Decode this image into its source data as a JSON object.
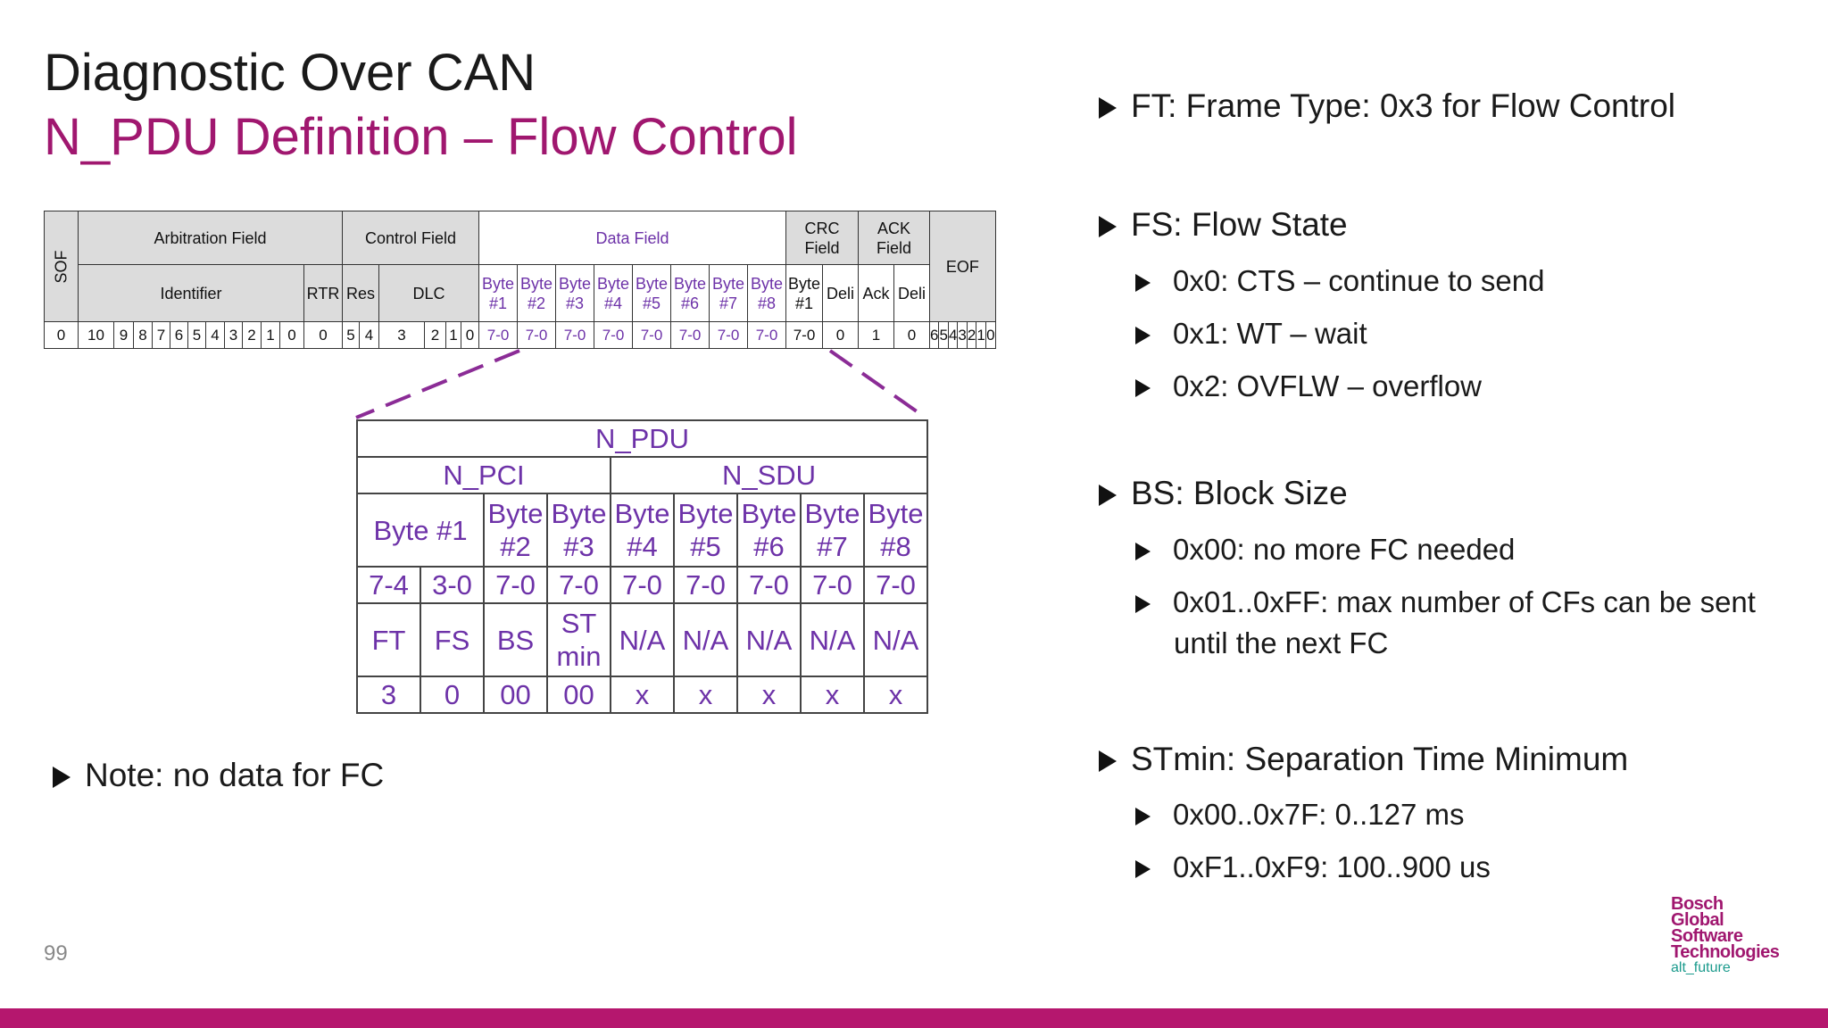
{
  "slide": {
    "title_line1": "Diagnostic Over CAN",
    "title_line2": "N_PDU Definition – Flow Control",
    "page_number": "99"
  },
  "frame": {
    "sof": "SOF",
    "arbitration": "Arbitration Field",
    "control": "Control Field",
    "data": "Data Field",
    "crc": "CRC Field",
    "ack": "ACK Field",
    "eof": "EOF",
    "identifier": "Identifier",
    "rtr": "RTR",
    "res": "Res",
    "dlc": "DLC",
    "data_bytes": [
      "Byte #1",
      "Byte #2",
      "Byte #3",
      "Byte #4",
      "Byte #5",
      "Byte #6",
      "Byte #7",
      "Byte #8"
    ],
    "crc_byte": "Byte #1",
    "crc_deli": "Deli",
    "ack_ack": "Ack",
    "ack_deli": "Deli",
    "bits": [
      "0",
      "10",
      "9",
      "8",
      "7",
      "6",
      "5",
      "4",
      "3",
      "2",
      "1",
      "0",
      "0",
      "5",
      "4",
      "3",
      "2",
      "1",
      "0",
      "7-0",
      "7-0",
      "7-0",
      "7-0",
      "7-0",
      "7-0",
      "7-0",
      "7-0",
      "7-0",
      "0",
      "1",
      "0",
      "6",
      "5",
      "4",
      "3",
      "2",
      "1",
      "0"
    ]
  },
  "npdu": {
    "title": "N_PDU",
    "pci": "N_PCI",
    "sdu": "N_SDU",
    "byte1": "Byte #1",
    "bytes": [
      "Byte #2",
      "Byte #3",
      "Byte #4",
      "Byte #5",
      "Byte #6",
      "Byte #7",
      "Byte #8"
    ],
    "bits": [
      "7-4",
      "3-0",
      "7-0",
      "7-0",
      "7-0",
      "7-0",
      "7-0",
      "7-0",
      "7-0"
    ],
    "names": [
      "FT",
      "FS",
      "BS",
      "ST min",
      "N/A",
      "N/A",
      "N/A",
      "N/A",
      "N/A"
    ],
    "values": [
      "3",
      "0",
      "00",
      "00",
      "x",
      "x",
      "x",
      "x",
      "x"
    ]
  },
  "note": "Note: no data for FC",
  "bullets": {
    "ft": "FT: Frame Type: 0x3 for Flow Control",
    "fs": "FS: Flow State",
    "fs_items": [
      "0x0: CTS – continue to send",
      "0x1: WT – wait",
      "0x2: OVFLW – overflow"
    ],
    "bs": "BS: Block Size",
    "bs_items": [
      "0x00: no more FC needed",
      "0x01..0xFF: max number of CFs can be sent",
      "until the next FC"
    ],
    "stmin": "STmin: Separation Time Minimum",
    "stmin_items": [
      "0x00..0x7F: 0..127 ms",
      "0xF1..0xF9: 100..900 us"
    ]
  },
  "logo": {
    "line1": "Bosch",
    "line2": "Global",
    "line3": "Software",
    "line4": "Technologies",
    "tagline": "alt_future"
  },
  "colors": {
    "accent": "#a0176f",
    "purple": "#6d32a8",
    "bar": "#b5176e"
  }
}
